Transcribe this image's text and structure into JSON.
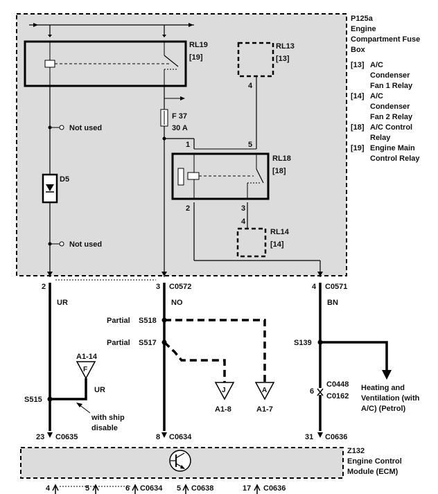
{
  "fuse_box": {
    "id": "P125a",
    "title_lines": [
      "Engine",
      "Compartment Fuse",
      "Box"
    ],
    "legend": [
      {
        "code": "[13]",
        "lines": [
          "A/C",
          "Condenser",
          "Fan 1 Relay"
        ]
      },
      {
        "code": "[14]",
        "lines": [
          "A/C",
          "Condenser",
          "Fan 2 Relay"
        ]
      },
      {
        "code": "[18]",
        "lines": [
          "A/C Control",
          "Relay"
        ]
      },
      {
        "code": "[19]",
        "lines": [
          "Engine Main",
          "Control Relay"
        ]
      }
    ]
  },
  "relays": {
    "rl19": {
      "name": "RL19",
      "ref": "[19]"
    },
    "rl13": {
      "name": "RL13",
      "ref": "[13]"
    },
    "rl18": {
      "name": "RL18",
      "ref": "[18]"
    },
    "rl14": {
      "name": "RL14",
      "ref": "[14]"
    }
  },
  "fuse": {
    "name": "F 37",
    "rating": "30 A"
  },
  "diode": {
    "name": "D5"
  },
  "not_used": [
    "Not used",
    "Not used"
  ],
  "pins": {
    "rl13_4": "4",
    "rl18_1": "1",
    "rl18_5": "5",
    "rl18_2": "2",
    "rl18_3": "3",
    "rl14_4": "4"
  },
  "fuse_box_connectors": [
    {
      "pin": "2",
      "connector": ""
    },
    {
      "pin": "3",
      "connector": "C0572"
    },
    {
      "pin": "4",
      "connector": "C0571"
    }
  ],
  "wire_colors": [
    "UR",
    "NO",
    "BN",
    "UR"
  ],
  "splices": {
    "s518": {
      "prefix": "Partial",
      "name": "S518"
    },
    "s517": {
      "prefix": "Partial",
      "name": "S517"
    },
    "s139": {
      "name": "S139"
    },
    "s515": {
      "name": "S515"
    }
  },
  "grounds": [
    {
      "name": "A1-14",
      "letter": "F"
    },
    {
      "name": "A1-8",
      "letter": "J"
    },
    {
      "name": "A1-7",
      "letter": "A"
    }
  ],
  "notes": {
    "ship_disable": [
      "with ship",
      "disable"
    ],
    "heating": [
      "Heating and",
      "Ventilation (with",
      "A/C) (Petrol)"
    ]
  },
  "inline_connector": {
    "pin": "6",
    "upper": "C0448",
    "lower": "C0162"
  },
  "ecm_connectors": [
    {
      "pin": "23",
      "connector": "C0635"
    },
    {
      "pin": "8",
      "connector": "C0634"
    },
    {
      "pin": "31",
      "connector": "C0636"
    }
  ],
  "ecm": {
    "id": "Z132",
    "title_lines": [
      "Engine Control",
      "Module (ECM)"
    ]
  },
  "bottom_pins": [
    {
      "pin": "4",
      "connector": ""
    },
    {
      "pin": "5",
      "connector": ""
    },
    {
      "pin": "6",
      "connector": "C0634"
    },
    {
      "pin": "5",
      "connector": "C0638"
    },
    {
      "pin": "17",
      "connector": "C0636"
    }
  ]
}
